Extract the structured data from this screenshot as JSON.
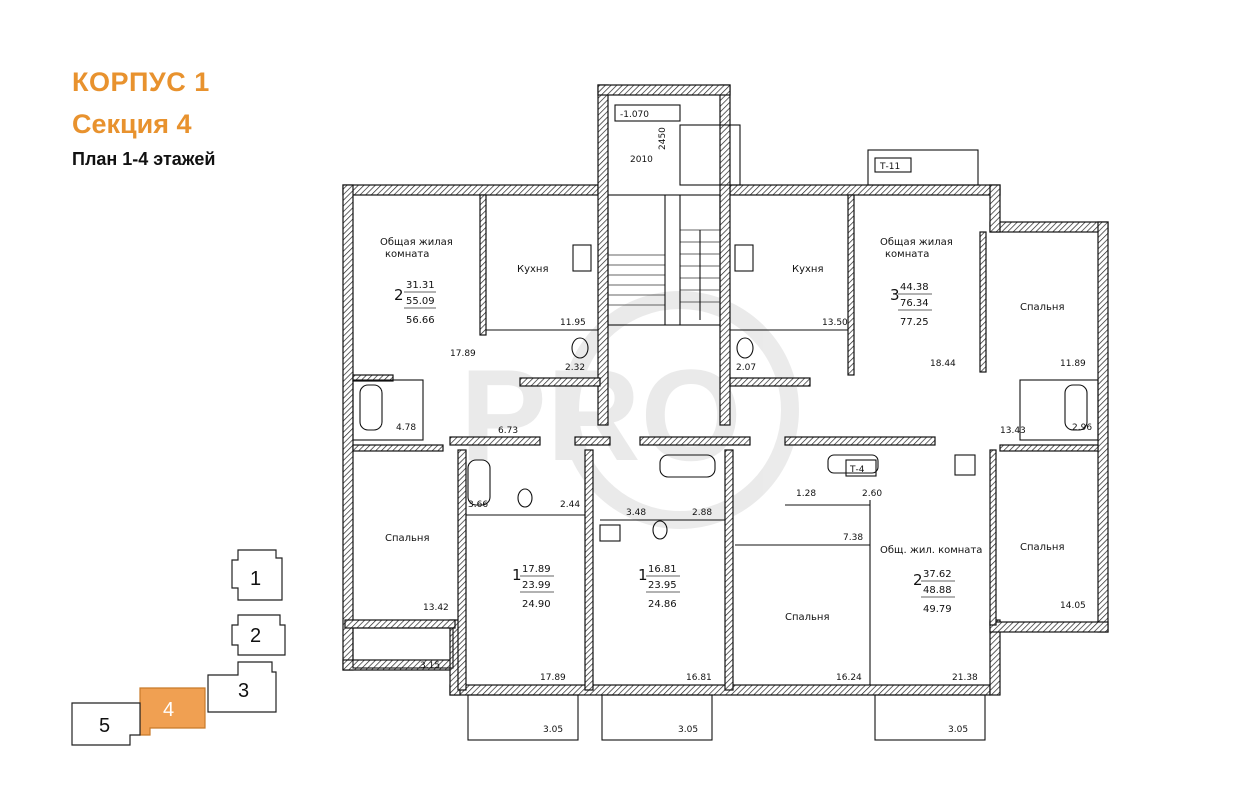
{
  "header": {
    "building": "КОРПУС 1",
    "section": "Секция 4",
    "floors": "План 1-4 этажей"
  },
  "colors": {
    "accent": "#e8922e",
    "active_section": "#f0a052"
  },
  "plan": {
    "stair_level": "-1.070",
    "dim_2450": "2450",
    "dim_2010": "2010",
    "balcony_tag_top": "Т-11",
    "tag_t4": "Т-4",
    "apartments": {
      "top_left": {
        "label": "Общая жилая комната",
        "rooms": "2",
        "living": "31.31",
        "total": "55.09",
        "total_balcony": "56.66",
        "room_area": "17.89",
        "kitchen": "Кухня",
        "kitchen_area": "11.95",
        "bath_area": "2.32",
        "hall_area": "6.73",
        "wc_area": "4.78",
        "bedroom": "Спальня",
        "bedroom_area": "13.42",
        "loggia_area": "3.15"
      },
      "top_right": {
        "label": "Общая жилая комната",
        "rooms": "3",
        "living": "44.38",
        "total": "76.34",
        "total_balcony": "77.25",
        "room_area": "18.44",
        "kitchen": "Кухня",
        "kitchen_area": "13.50",
        "bath_area": "2.07",
        "bedroom": "Спальня",
        "bedroom_area": "11.89",
        "hall_area": "13.43",
        "wc_area": "2.96"
      },
      "mid_left": {
        "rooms": "1",
        "living": "17.89",
        "total": "23.99",
        "total_balcony": "24.90",
        "room_area": "17.89",
        "bath_area": "3.66",
        "hall_area": "2.44",
        "balcony_area": "3.05"
      },
      "mid_center": {
        "rooms": "1",
        "living": "16.81",
        "total": "23.95",
        "total_balcony": "24.86",
        "room_area": "16.81",
        "bath_area": "2.88",
        "hall_area": "3.48",
        "balcony_area": "3.05"
      },
      "bottom_right": {
        "label": "Общ. жил. комната",
        "rooms": "2",
        "living": "37.62",
        "total": "48.88",
        "total_balcony": "49.79",
        "room_area": "21.38",
        "bedroom": "Спальня",
        "bedroom_area": "16.24",
        "bedroom2": "Спальня",
        "bedroom2_area": "14.05",
        "wc_area": "1.28",
        "bath_area": "2.60",
        "hall_area": "7.38",
        "balcony_area": "3.05"
      }
    },
    "watermark": "PRO"
  },
  "minimap": {
    "sections": [
      {
        "label": "1",
        "active": false
      },
      {
        "label": "2",
        "active": false
      },
      {
        "label": "3",
        "active": false
      },
      {
        "label": "4",
        "active": true
      },
      {
        "label": "5",
        "active": false
      }
    ]
  }
}
